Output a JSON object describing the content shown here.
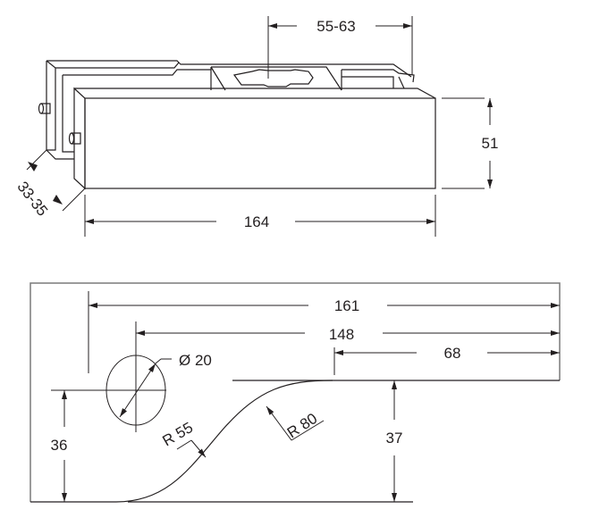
{
  "top_view": {
    "dims": {
      "adjust_range": "55-63",
      "height": "51",
      "length": "164",
      "depth": "33-35"
    }
  },
  "cutout_view": {
    "dims": {
      "total_length": "161",
      "hole_to_end": "148",
      "flat_length": "68",
      "hole_diameter": "Ø 20",
      "radius_small": "R 55",
      "radius_large": "R 80",
      "hole_height": "36",
      "step_height": "37"
    }
  }
}
